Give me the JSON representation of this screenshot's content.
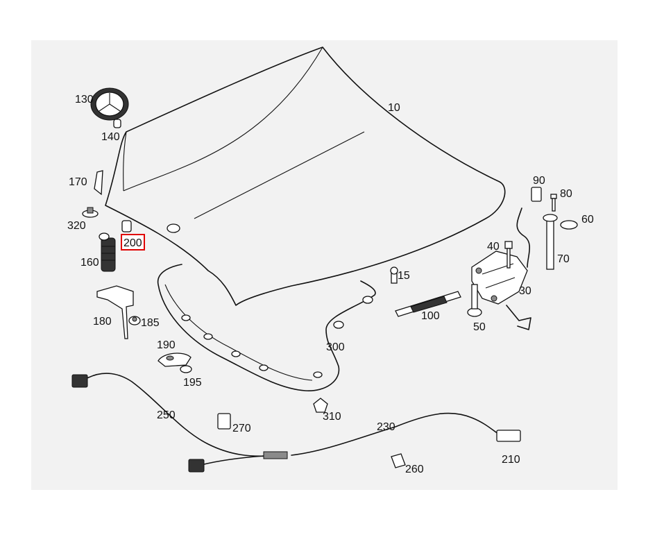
{
  "diagram": {
    "highlight_color": "#e00000",
    "highlighted_part": "200",
    "callouts": {
      "p10": "10",
      "p15": "15",
      "p30": "30",
      "p40": "40",
      "p50": "50",
      "p60": "60",
      "p70": "70",
      "p80": "80",
      "p90": "90",
      "p100": "100",
      "p130": "130",
      "p140": "140",
      "p160": "160",
      "p170": "170",
      "p180": "180",
      "p185": "185",
      "p190": "190",
      "p195": "195",
      "p200": "200",
      "p210": "210",
      "p230": "230",
      "p250": "250",
      "p260": "260",
      "p270": "270",
      "p300": "300",
      "p310": "310",
      "p320": "320"
    }
  }
}
